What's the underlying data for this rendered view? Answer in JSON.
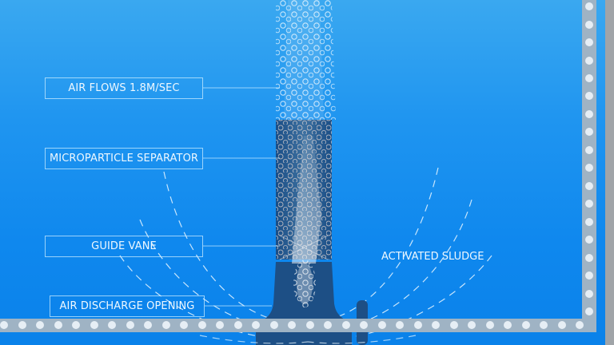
{
  "diagram": {
    "labels": {
      "air_flows": "AIR FLOWS 1.8M/SEC",
      "microparticle_separator": "MICROPARTICLE SEPARATOR",
      "guide_vane": "GUIDE VANE",
      "air_discharge_opening": "AIR DISCHARGE OPENING",
      "activated_sludge": "ACTIVATED SLUDGE"
    },
    "colors": {
      "water_top": "#3aa8f0",
      "water_bottom": "#0a82ea",
      "tank_wall": "#9fb3c4",
      "wall_dot": "#e6eef5",
      "device_body": "#1d4f85",
      "label_border": "#c8ebff",
      "label_text": "#eef8ff",
      "outer_gray": "#a0a4a8"
    }
  }
}
